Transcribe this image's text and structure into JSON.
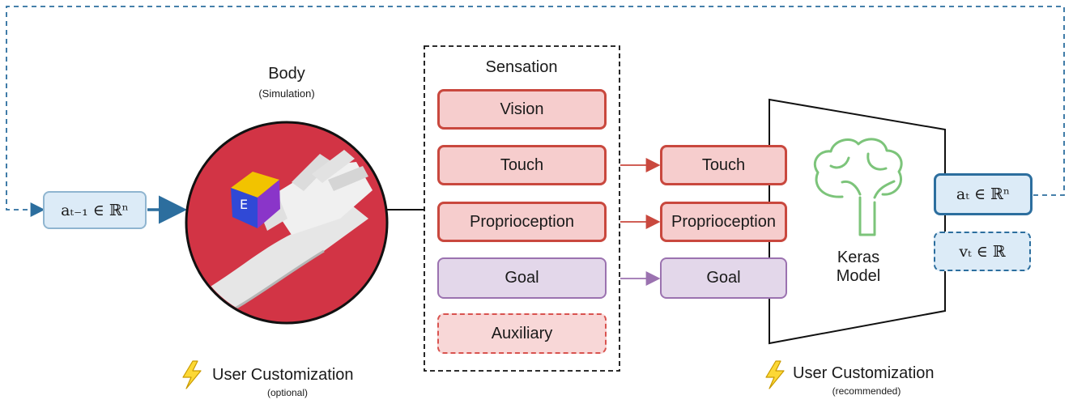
{
  "action_in": {
    "label": "aₜ₋₁ ∈ ℝⁿ"
  },
  "body": {
    "title": "Body",
    "subtitle": "(Simulation)"
  },
  "sensation": {
    "title": "Sensation",
    "items": [
      "Vision",
      "Touch",
      "Proprioception",
      "Goal",
      "Auxiliary"
    ]
  },
  "model_inputs": [
    "Touch",
    "Proprioception",
    "Goal"
  ],
  "model": {
    "label_line1": "Keras",
    "label_line2": "Model"
  },
  "outputs": {
    "action": "aₜ ∈ ℝⁿ",
    "value": "vₜ ∈ ℝ"
  },
  "customization_left": {
    "title": "User Customization",
    "note": "(optional)"
  },
  "customization_right": {
    "title": "User Customization",
    "note": "(recommended)"
  },
  "colors": {
    "action_blue": "#2c6e9e",
    "sensation_red": "#c9483e",
    "goal_purple": "#9b72b0",
    "feedback_dash": "#2c6e9e",
    "lightning": "#e8b90b",
    "brain_green": "#7cc47a",
    "sim_bg": "#d23445"
  },
  "icons": [
    "lightning-icon",
    "brain-icon",
    "robot-hand-illustration"
  ]
}
